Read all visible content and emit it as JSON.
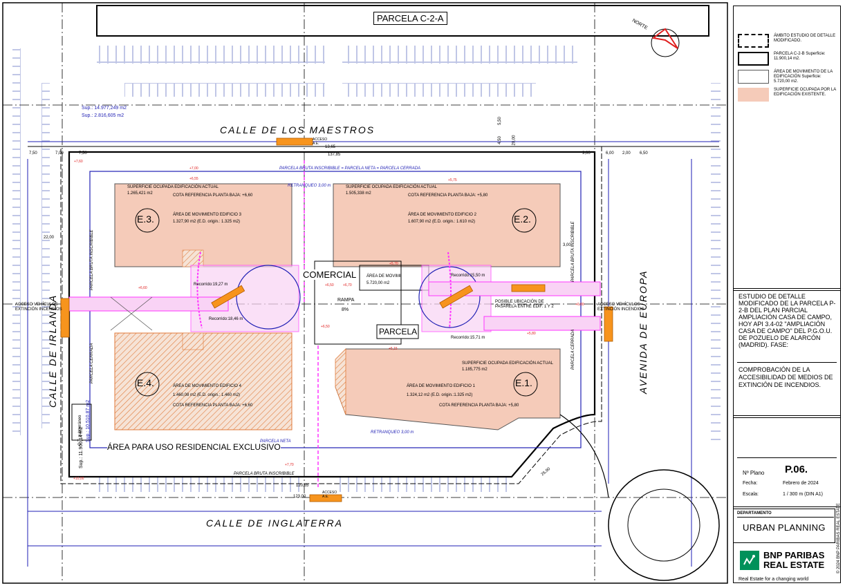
{
  "parcel_top_label": "PARCELA C-2-A",
  "north_label": "NORTE",
  "streets": {
    "maestros": "CALLE  DE  LOS  MAESTROS",
    "inglaterra": "CALLE  DE  INGLATERRA",
    "irlanda": "CALLE  DE  IRLANDA",
    "europa": "AVENIDA  DE  EUROPA"
  },
  "buildings": {
    "e1": {
      "tag": "E.1.",
      "sup": "SUPERFICIE OCUPADA EDIFICACIÓN ACTUAL",
      "sup_val": "1.185,775  m2",
      "area": "ÁREA DE MOVIMIENTO EDIFICIO 1",
      "area_val": "1.324,12 m2  (E.D. origin.:1.325  m2)",
      "cota": "COTA REFERENCIA PLANTA BAJA: +5,80"
    },
    "e2": {
      "tag": "E.2.",
      "sup": "SUPERFICIE OCUPADA EDIFICACIÓN ACTUAL",
      "sup_val": "1.505,338  m2",
      "cota": "COTA REFERENCIA PLANTA BAJA: +5,80",
      "area": "ÁREA DE MOVIMIENTO EDIFICIO 2",
      "area_val": "1.607,90 m2  (E.D. origin.: 1.610  m2)"
    },
    "e3": {
      "tag": "E.3.",
      "sup": "SUPERFICIE OCUPADA EDIFICACIÓN ACTUAL",
      "sup_val": "1.265,421  m2",
      "cota": "COTA REFERENCIA PLANTA BAJA: +6,60",
      "area": "ÁREA DE MOVIMIENTO EDIFICIO 3",
      "area_val": "1.327,90 m2  (E.D. origin.: 1.325  m2)"
    },
    "e4": {
      "tag": "E.4.",
      "area": "ÁREA DE MOVIMIENTO EDIFICIO 4",
      "area_val": "1.460,08 m2  (E.D. origin.: 1.460  m2)",
      "cota": "COTA REFERENCIA PLANTA BAJA: +6,60"
    }
  },
  "central": {
    "comercial": "COMERCIAL",
    "area": "ÁREA DE MOVIMI",
    "area_val": "5.720,00 m2",
    "rampa": "RAMPA",
    "rampa_pct": "8%",
    "parcela": "PARCELA"
  },
  "recorridos": [
    "Recorrido:19,27 m",
    "Recorrido:18,46 m",
    "Recorrido:15,50 m",
    "Recorrido:15,71 m"
  ],
  "pasarela": "POSIBLE UBICACIÓN DE PASARELA ENTRE EDIF. 1 Y 2",
  "residencial": "ÁREA PARA USO RESIDENCIAL EXCLUSIVO",
  "acceso_left": "ACCESO VEHÍCULOS EXTINCIÓN INCENDIOS",
  "acceso_right": "ACCESO VEHÍCULOS EXTINCIÓN INCENDIOS",
  "acceso_top": "ACCESO A.E.",
  "acceso_bottom": "ACCESO A.E.",
  "parcela_labels": {
    "bruta_neta": "PARCELA BRUTA INSCRIBIBLE = PARCELA NETA = PARCELA CERRADA",
    "bruta_bottom": "PARCELA BRUTA INSCRIBIBLE",
    "neta_bottom": "PARCELA NETA",
    "retranqueo_bottom": "RETRANQUEO 3,00 m",
    "retranqueo_top": "RETRANQUEO 3,00 m",
    "cerrada_left": "PARCELA CERRADA",
    "cerrada_right": "PARCELA CERRADA",
    "bruta_left": "PARCELA BRUTA INSCRIBIBLE",
    "bruta_right": "PARCELA BRUTA INSCRIBIBLE"
  },
  "sup_top": [
    "Sup.: 14.977,249  m2",
    "Sup.: 2.816,605  m2"
  ],
  "sup_left": [
    "Sup.: 11.900,14 m2",
    "Sup.: 10.510,87 m2"
  ],
  "ct": "C.T.  subterráneo",
  "dims": {
    "d750a": "7,50",
    "d700": "7,00",
    "d750b": "7,50",
    "d900": "9,00",
    "d600": "6,00",
    "d200": "2,00",
    "d650": "6,50",
    "d1365": "13,65",
    "d13785": "137,85",
    "d450": "4,50",
    "d550": "5,50",
    "d2000": "20,00",
    "d300": "3,00",
    "d2200": "22,00",
    "d12065": "120,65",
    "d12300": "123,00",
    "d2690": "26,90"
  },
  "levels": [
    "+7,60",
    "+7,00",
    "+6,55",
    "+6,50",
    "+6,70",
    "+5,70",
    "+5,75",
    "+6,50",
    "+5,80",
    "+6,60",
    "+7,70",
    "+5,15",
    "+10,00",
    "+6,80"
  ],
  "legend": [
    {
      "text": "ÁMBITO ESTUDIO DE DETALLE MODIFICADO.",
      "kind": "dashed"
    },
    {
      "text": "PARCELA C-2-B  Superficie: 11.900,14 m2.",
      "kind": "solid"
    },
    {
      "text": "ÁREA DE MOVIMIENTO DE LA EDIFICACIÓN  Superficie: 5.720,00 m2.",
      "kind": "thin"
    },
    {
      "text": "SUPERFICIE OCUPADA POR LA EDIFICACIÓN EXISTENTE.",
      "kind": "fill"
    }
  ],
  "title": "ESTUDIO DE DETALLE MODIFICADO DE LA PARCELA P-2-B DEL PLAN PARCIAL AMPLIACIÓN CASA DE CAMPO, HOY API 3.4-02 \"AMPLIACIÓN CASA DE CAMPO\" DEL P.G.O.U. DE POZUELO DE ALARCÓN (MADRID). FASE:",
  "subtitle": "COMPROBACIÓN DE LA ACCESIBILIDAD DE MEDIOS DE EXTINCIÓN DE INCENDIOS.",
  "plano_label": "Nº Plano",
  "plano_value": "P.06.",
  "fecha_label": "Fecha:",
  "fecha_value": "Febrero de 2024",
  "escala_label": "Escala:",
  "escala_value": "1 / 300 m (DIN A1)",
  "dept_label": "DEPARTAMENTO",
  "dept_value": "URBAN PLANNING",
  "brand_line1": "BNP PARIBAS",
  "brand_line2": "REAL ESTATE",
  "tagline": "Real Estate for a changing world",
  "copyright": "© 2024 BNP PARIBAS REAL ESTATE",
  "colors": {
    "building_fill": "#f5cbb9",
    "area_stroke": "#1e1eb4",
    "magenta": "#ff33ff",
    "pink_fill": "#f9d3f5",
    "orange": "#f7941d",
    "grid": "#b0b8e0",
    "hatch": "#e07a3a",
    "red": "#e02020"
  }
}
